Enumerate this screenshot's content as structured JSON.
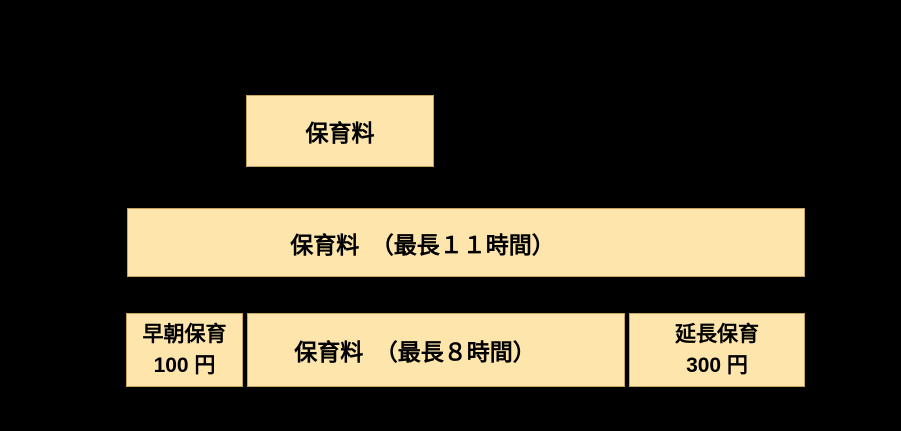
{
  "canvas": {
    "background": "#000000"
  },
  "colors": {
    "canvas_bg": "#000000",
    "box_fill": "#FDE5AC",
    "box_border": "#C8A463",
    "text_color": "#000000"
  },
  "diagram": {
    "fee_top": {
      "label": "保育料"
    },
    "fee_11h": {
      "label": "保育料　（最長１１時間）"
    },
    "early_care": {
      "line1": "早朝保育",
      "line2": "100 円"
    },
    "fee_8h": {
      "label": "保育料　（最長８時間）"
    },
    "extended_care": {
      "line1": "延長保育",
      "line2": "300 円"
    }
  }
}
